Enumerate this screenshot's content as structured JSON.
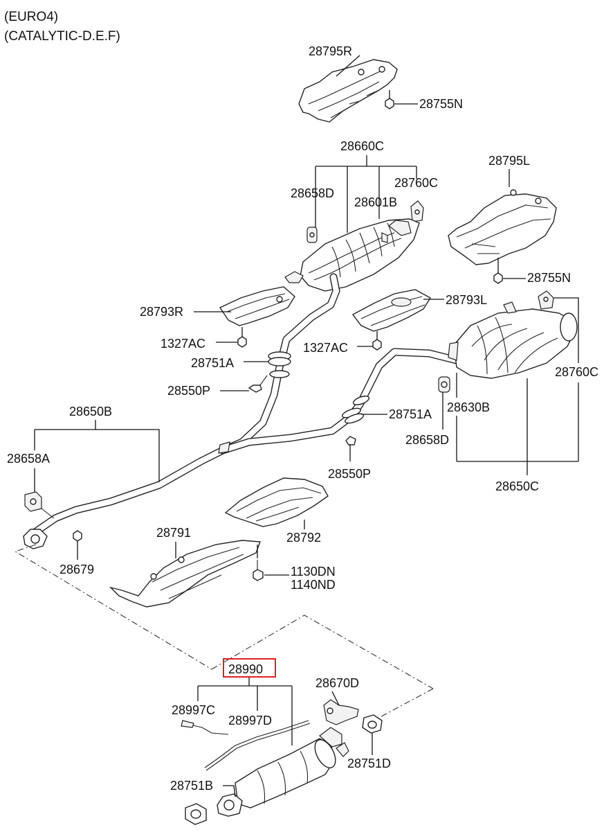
{
  "header": {
    "line1": "(EURO4)",
    "line2": "(CATALYTIC-D.E.F)"
  },
  "labels": {
    "p28795R": "28795R",
    "p28755N_top": "28755N",
    "p28660C": "28660C",
    "p28658D_top": "28658D",
    "p28760C_top": "28760C",
    "p28601B": "28601B",
    "p28795L": "28795L",
    "p28755N_right": "28755N",
    "p28793R": "28793R",
    "p28793L": "28793L",
    "p1327AC_left": "1327AC",
    "p1327AC_mid": "1327AC",
    "p28751A_left": "28751A",
    "p28751A_right": "28751A",
    "p28760C_right": "28760C",
    "p28550P_left": "28550P",
    "p28550P_mid": "28550P",
    "p28630B": "28630B",
    "p28658D_right": "28658D",
    "p28650B": "28650B",
    "p28658A": "28658A",
    "p28650C": "28650C",
    "p28791": "28791",
    "p28792": "28792",
    "p1130DN": "1130DN",
    "p1140ND": "1140ND",
    "p28679": "28679",
    "p28990": "28990",
    "p28670D": "28670D",
    "p28997C": "28997C",
    "p28997D": "28997D",
    "p28751D": "28751D",
    "p28751B": "28751B"
  },
  "colors": {
    "highlight": "#e02020",
    "ink": "#111111"
  }
}
